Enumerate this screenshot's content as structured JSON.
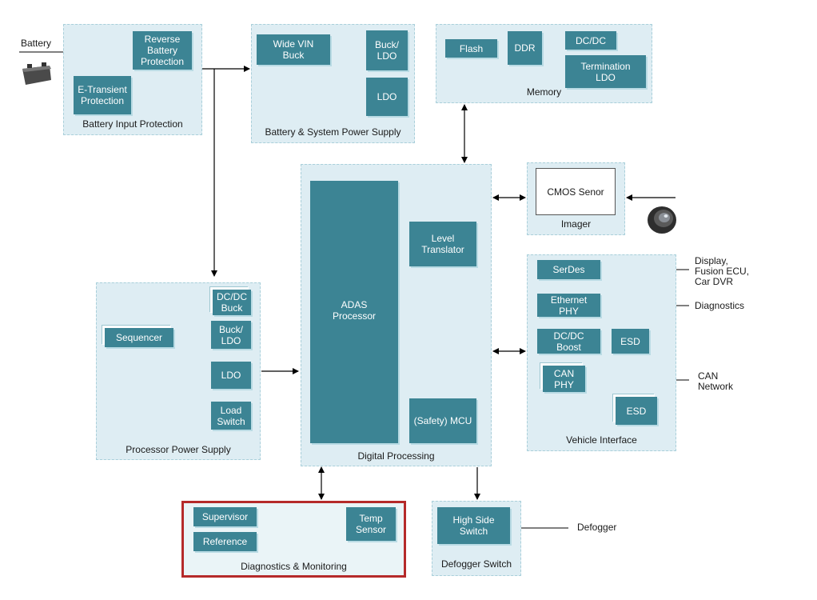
{
  "groups": {
    "battery_input": "Battery Input Protection",
    "battery_system": "Battery & System Power Supply",
    "memory": "Memory",
    "imager": "Imager",
    "digital": "Digital Processing",
    "processor_power": "Processor Power Supply",
    "vehicle": "Vehicle Interface",
    "diagnostics": "Diagnostics & Monitoring",
    "defogger": "Defogger Switch"
  },
  "blocks": {
    "reverse_battery": "Reverse\nBattery\nProtection",
    "e_transient": "E-Transient\nProtection",
    "wide_vin_buck": "Wide VIN\nBuck",
    "buck_ldo_top": "Buck/\nLDO",
    "ldo_top": "LDO",
    "flash": "Flash",
    "ddr": "DDR",
    "dcdc_mem": "DC/DC",
    "termination_ldo": "Termination\nLDO",
    "cmos_sensor": "CMOS Senor",
    "adas_processor": "ADAS\nProcessor",
    "level_translator": "Level\nTranslator",
    "safety_mcu": "(Safety) MCU",
    "dcdc_buck": "DC/DC\nBuck",
    "buck_ldo_proc": "Buck/\nLDO",
    "sequencer": "Sequencer",
    "ldo_proc": "LDO",
    "load_switch": "Load\nSwitch",
    "serdes": "SerDes",
    "ethernet_phy": "Ethernet\nPHY",
    "dcdc_boost": "DC/DC\nBoost",
    "esd_1": "ESD",
    "can_phy": "CAN\nPHY",
    "esd_2": "ESD",
    "supervisor": "Supervisor",
    "reference": "Reference",
    "temp_sensor": "Temp\nSensor",
    "high_side_switch": "High Side\nSwitch"
  },
  "external": {
    "battery": "Battery",
    "display": "Display,\nFusion ECU,\nCar DVR",
    "diagnostics": "Diagnostics",
    "can_network": "CAN\nNetwork",
    "defogger": "Defogger"
  },
  "icons": {
    "battery": "car-battery-icon",
    "camera": "camera-lens-icon"
  },
  "colors": {
    "block": "#3c8494",
    "group_fill": "#deedf3",
    "group_border": "#a9cfda",
    "highlight": "#b52a2a"
  }
}
